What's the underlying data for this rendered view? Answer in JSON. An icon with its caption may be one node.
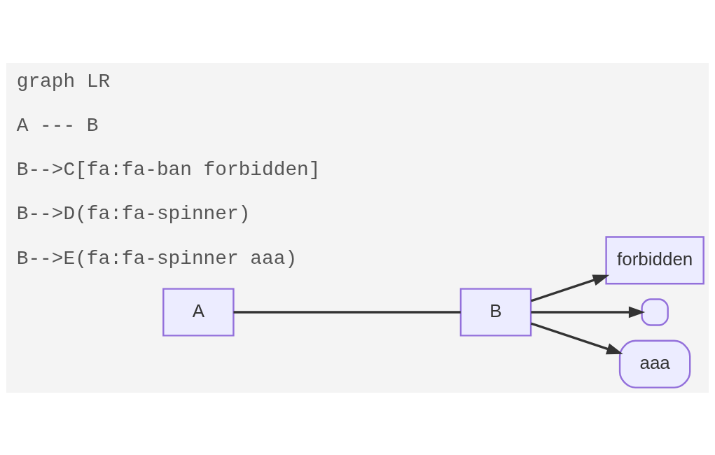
{
  "diagram": {
    "nodes": [
      {
        "text": [
          "A"
        ]
      },
      {
        "text": [
          "B"
        ]
      },
      {
        "text": [
          "forbidden"
        ]
      },
      {
        "text": [],
        "shape": "box"
      },
      {
        "text": [
          "aaa"
        ]
      }
    ],
    "edges": [
      {
        "from": 0,
        "to": 1,
        "arrow": "none"
      },
      {
        "from": 1,
        "to": 2,
        "arrow": "to"
      },
      {
        "from": 1,
        "to": 3,
        "arrow": "to"
      },
      {
        "from": 1,
        "to": 4,
        "arrow": "to"
      }
    ],
    "labels": [
      "graph LR",
      "A --- B",
      "B-->C[fa:fa-ban forbidden]",
      "B-->D(fa:fa-spinner)",
      "B-->E(fa:fa-spinner aaa)"
    ]
  }
}
